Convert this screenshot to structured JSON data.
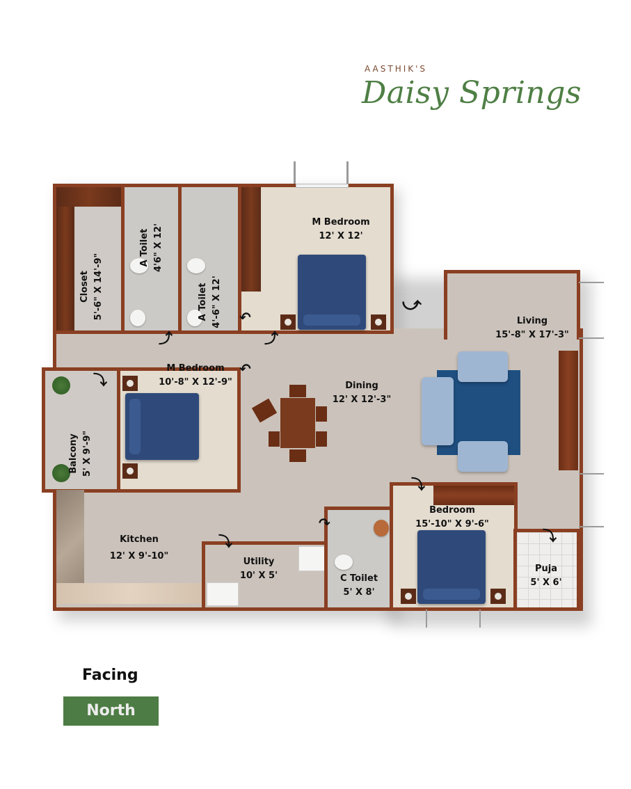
{
  "branding": {
    "developer": "AASTHIK'S",
    "project_name": "Daisy Springs",
    "brand_color": "#4f7f45",
    "developer_color": "#7a4a32"
  },
  "floor_plan": {
    "rooms": [
      {
        "id": "closet",
        "name": "Closet",
        "size": "5'-6\" X 14'-9\""
      },
      {
        "id": "a-toilet-1",
        "name": "A Toilet",
        "size": "4'6\" X 12'"
      },
      {
        "id": "a-toilet-2",
        "name": "A Toilet",
        "size": "4'-6\" X 12'"
      },
      {
        "id": "m-bedroom-1",
        "name": "M Bedroom",
        "size": "12' X 12'"
      },
      {
        "id": "living",
        "name": "Living",
        "size": "15'-8\" X 17'-3\""
      },
      {
        "id": "m-bedroom-2",
        "name": "M Bedroom",
        "size": "10'-8\" X 12'-9\""
      },
      {
        "id": "balcony",
        "name": "Balcony",
        "size": "5' X 9'-9\""
      },
      {
        "id": "dining",
        "name": "Dining",
        "size": "12' X 12'-3\""
      },
      {
        "id": "bedroom",
        "name": "Bedroom",
        "size": "15'-10\" X 9'-6\""
      },
      {
        "id": "kitchen",
        "name": "Kitchen",
        "size": "12' X 9'-10\""
      },
      {
        "id": "utility",
        "name": "Utility",
        "size": "10' X 5'"
      },
      {
        "id": "c-toilet",
        "name": "C Toilet",
        "size": "5' X 8'"
      },
      {
        "id": "puja",
        "name": "Puja",
        "size": "5' X 6'"
      }
    ],
    "wall_color": "#8a3f22",
    "entrance_arrow": "entry-arrow"
  },
  "facing": {
    "label": "Facing",
    "value": "North",
    "badge_color": "#4d7c44"
  }
}
